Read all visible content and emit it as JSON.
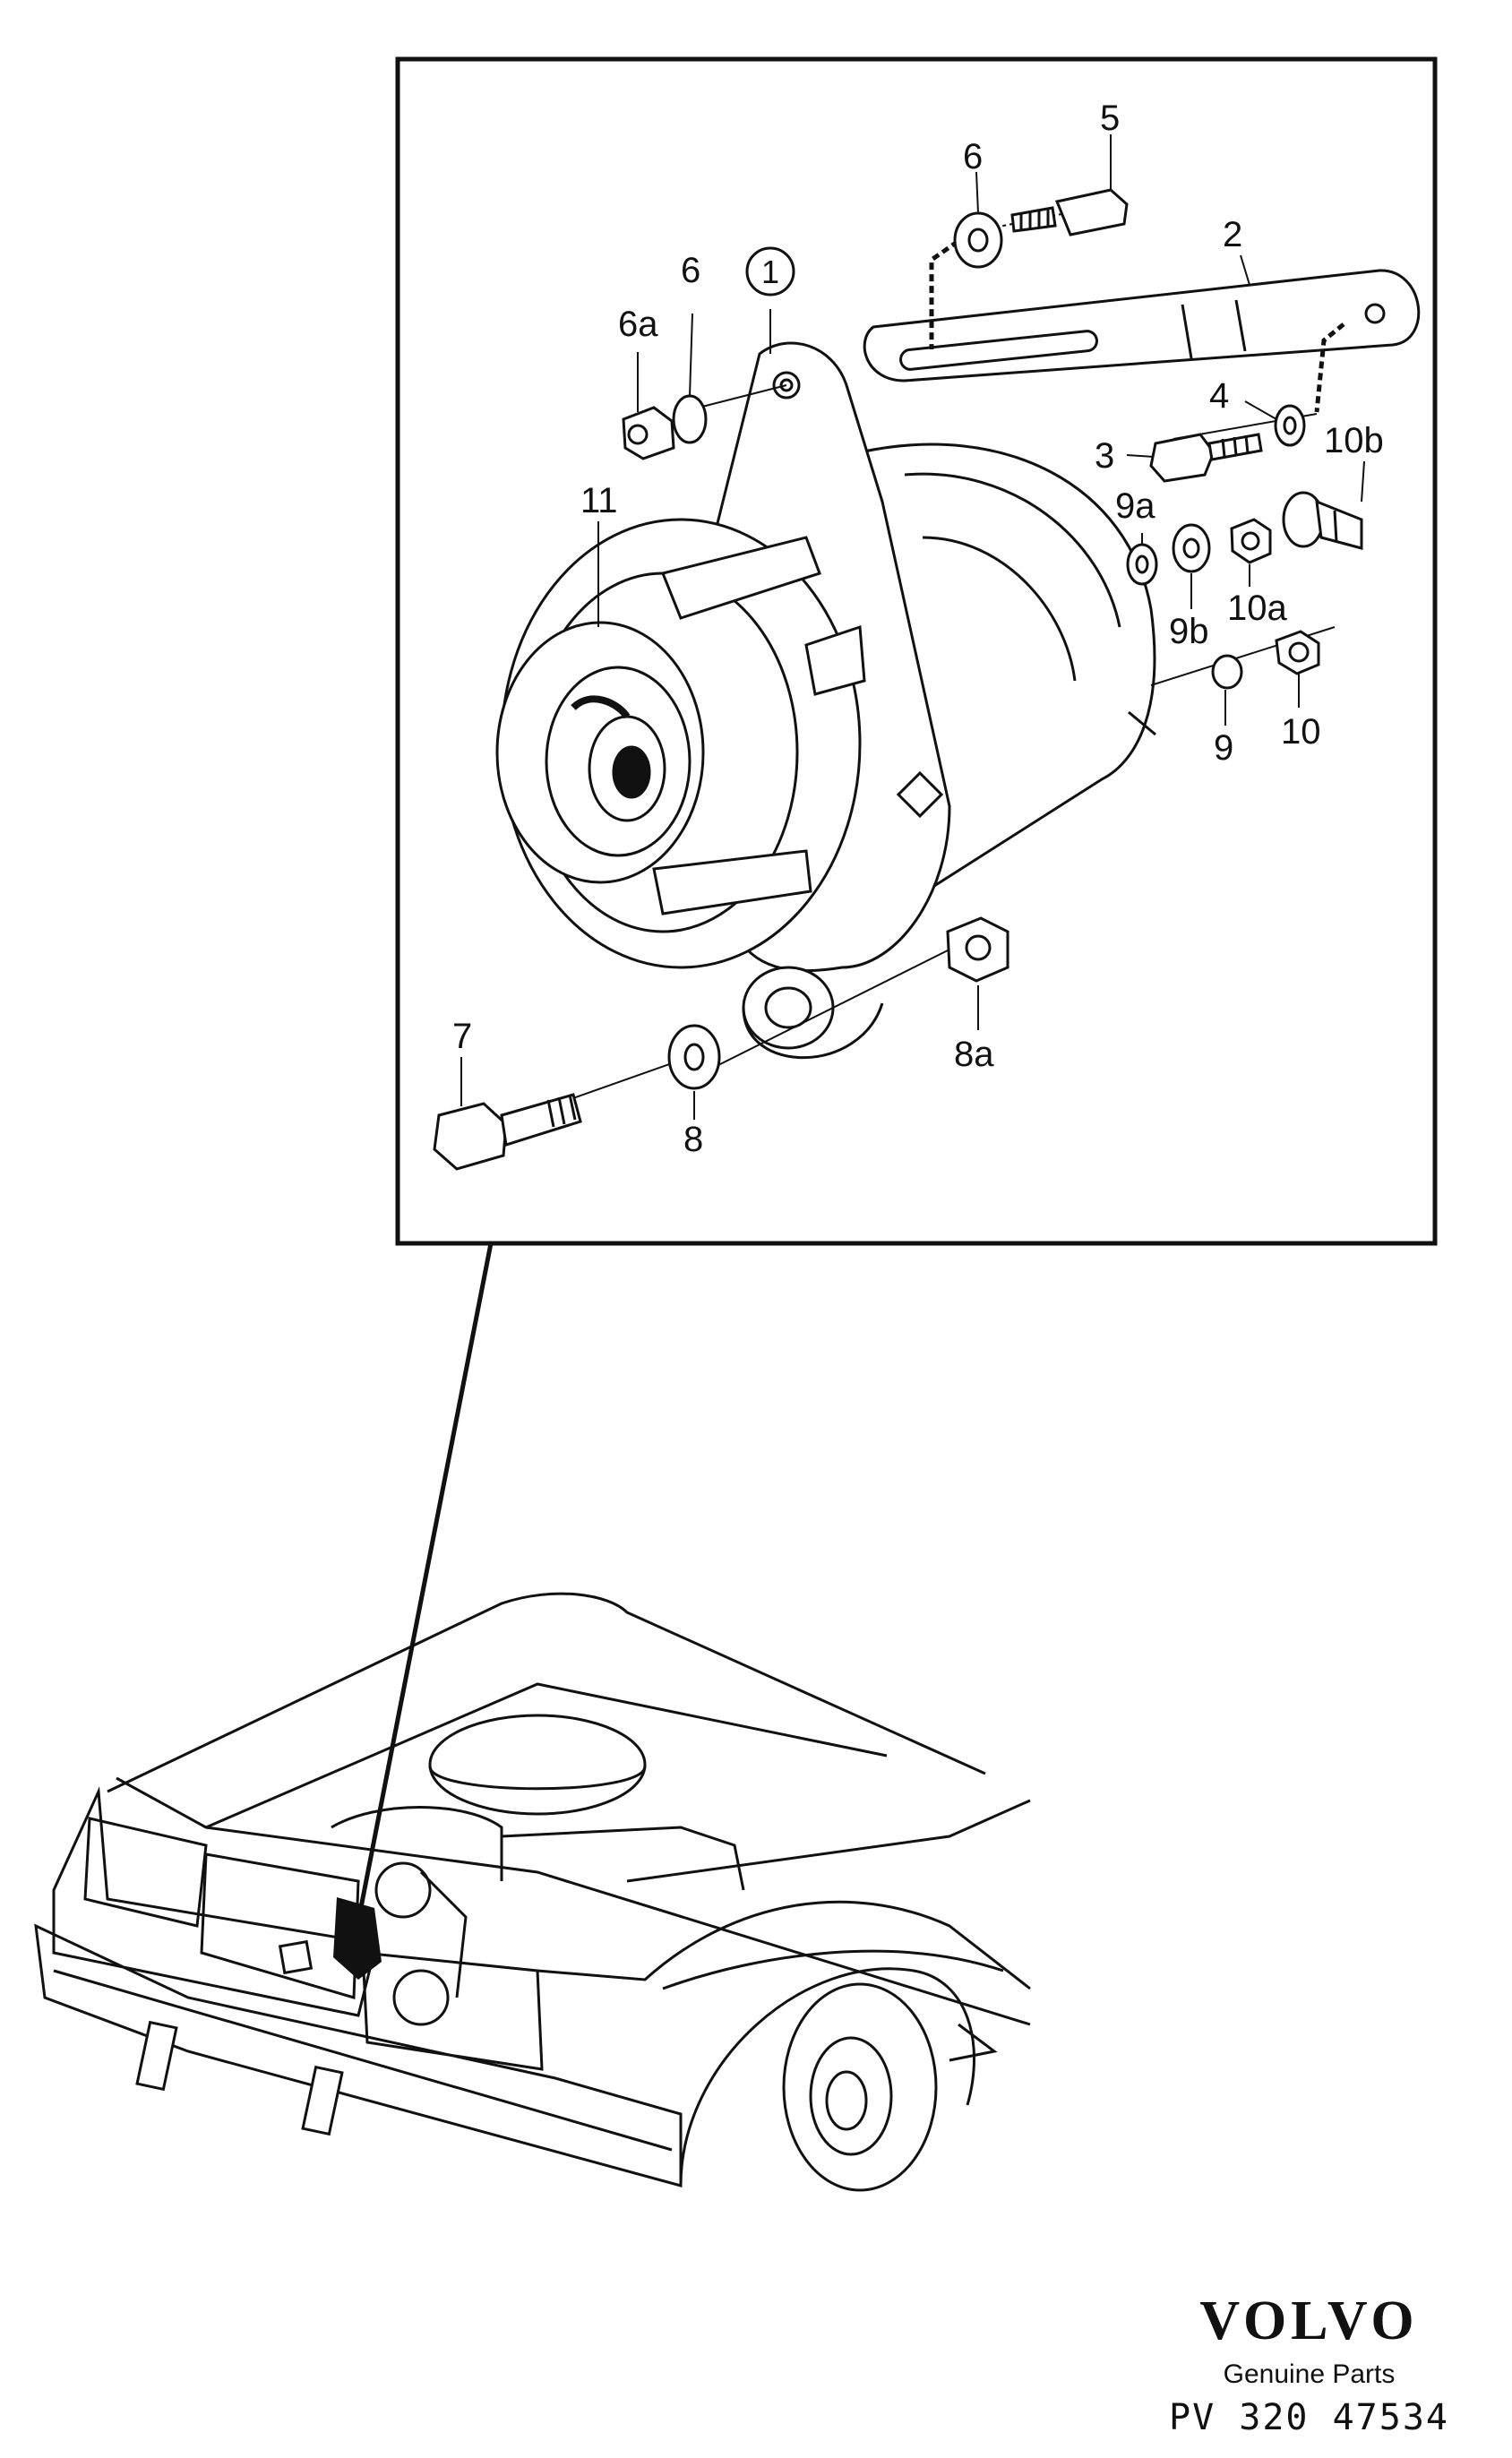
{
  "labels": {
    "item_1": "1",
    "item_2": "2",
    "item_3": "3",
    "item_4": "4",
    "item_5": "5",
    "item_6_top": "6",
    "item_6_left": "6",
    "item_6a": "6a",
    "item_7": "7",
    "item_8": "8",
    "item_8a": "8a",
    "item_9": "9",
    "item_9a": "9a",
    "item_9b": "9b",
    "item_10": "10",
    "item_10a": "10a",
    "item_10b": "10b",
    "item_11": "11"
  },
  "brand": {
    "name": "VOLVO",
    "subtitle": "Genuine Parts",
    "code": "PV 320 47534"
  }
}
